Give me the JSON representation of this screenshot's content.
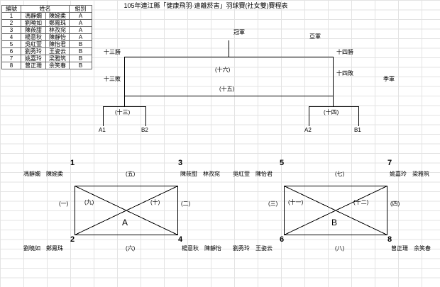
{
  "title": "105年連江縣「健康飛羽·遠離菸害」羽球賽(社女雙)賽程表",
  "roster": {
    "headers": {
      "number": "編號",
      "name": "姓名",
      "group": "組別"
    },
    "rows": [
      {
        "number": "1",
        "name1": "馮靜嫻",
        "name2": "陳婉柔",
        "group": "A"
      },
      {
        "number": "2",
        "name1": "劉曉如",
        "name2": "鄭鳳珠",
        "group": "A"
      },
      {
        "number": "3",
        "name1": "陳莜甜",
        "name2": "林孜窕",
        "group": "A"
      },
      {
        "number": "4",
        "name1": "楊意秋",
        "name2": "陳靜怡",
        "group": "A"
      },
      {
        "number": "5",
        "name1": "吳紅萱",
        "name2": "陳怡君",
        "group": "B"
      },
      {
        "number": "6",
        "name1": "劉秀玲",
        "name2": "王姿云",
        "group": "B"
      },
      {
        "number": "7",
        "name1": "姚嘉玲",
        "name2": "梁雅筑",
        "group": "B"
      },
      {
        "number": "8",
        "name1": "曾正珊",
        "name2": "余笑春",
        "group": "B"
      }
    ]
  },
  "bracket": {
    "champion": "冠軍",
    "runner_up": "亞軍",
    "third_place": "季軍",
    "left_winner": "十三勝",
    "right_winner": "十四勝",
    "left_loser": "十三敗",
    "right_loser": "十四敗",
    "final_match": "(十六)",
    "third_match": "(十五)",
    "semi_left": "(十三)",
    "semi_right": "(十四)",
    "slot_a1": "A1",
    "slot_b2": "B2",
    "slot_a2": "A2",
    "slot_b1": "B1"
  },
  "group_a": {
    "label": "A",
    "seed1": "1",
    "team1": "馮靜嫻　陳婉柔",
    "seed3": "3",
    "team3": "陳莜甜　林孜窕",
    "seed2": "2",
    "team2": "劉曉如　鄭鳳珠",
    "seed4": "4",
    "team4": "楊意秋　陳靜怡",
    "match_top": "(五)",
    "match_bottom": "(六)",
    "match_left": "(一)",
    "match_right": "(二)",
    "match_diag_left": "(九)",
    "match_diag_right": "(十)"
  },
  "group_b": {
    "label": "B",
    "seed5": "5",
    "team5": "吳紅萱　陳怡君",
    "seed7": "7",
    "team7": "姚嘉玲　梁雅筑",
    "seed6": "6",
    "team6": "劉秀玲　王姿云",
    "seed8": "8",
    "team8": "曾正珊　余笑春",
    "match_top": "(七)",
    "match_bottom": "(八)",
    "match_left": "(三)",
    "match_right": "(四)",
    "match_diag_left": "(十一)",
    "match_diag_right": "(十二)"
  },
  "colors": {
    "background": "#ffffff",
    "grid_line": "#e3e3e3",
    "draw_line": "#000000"
  }
}
